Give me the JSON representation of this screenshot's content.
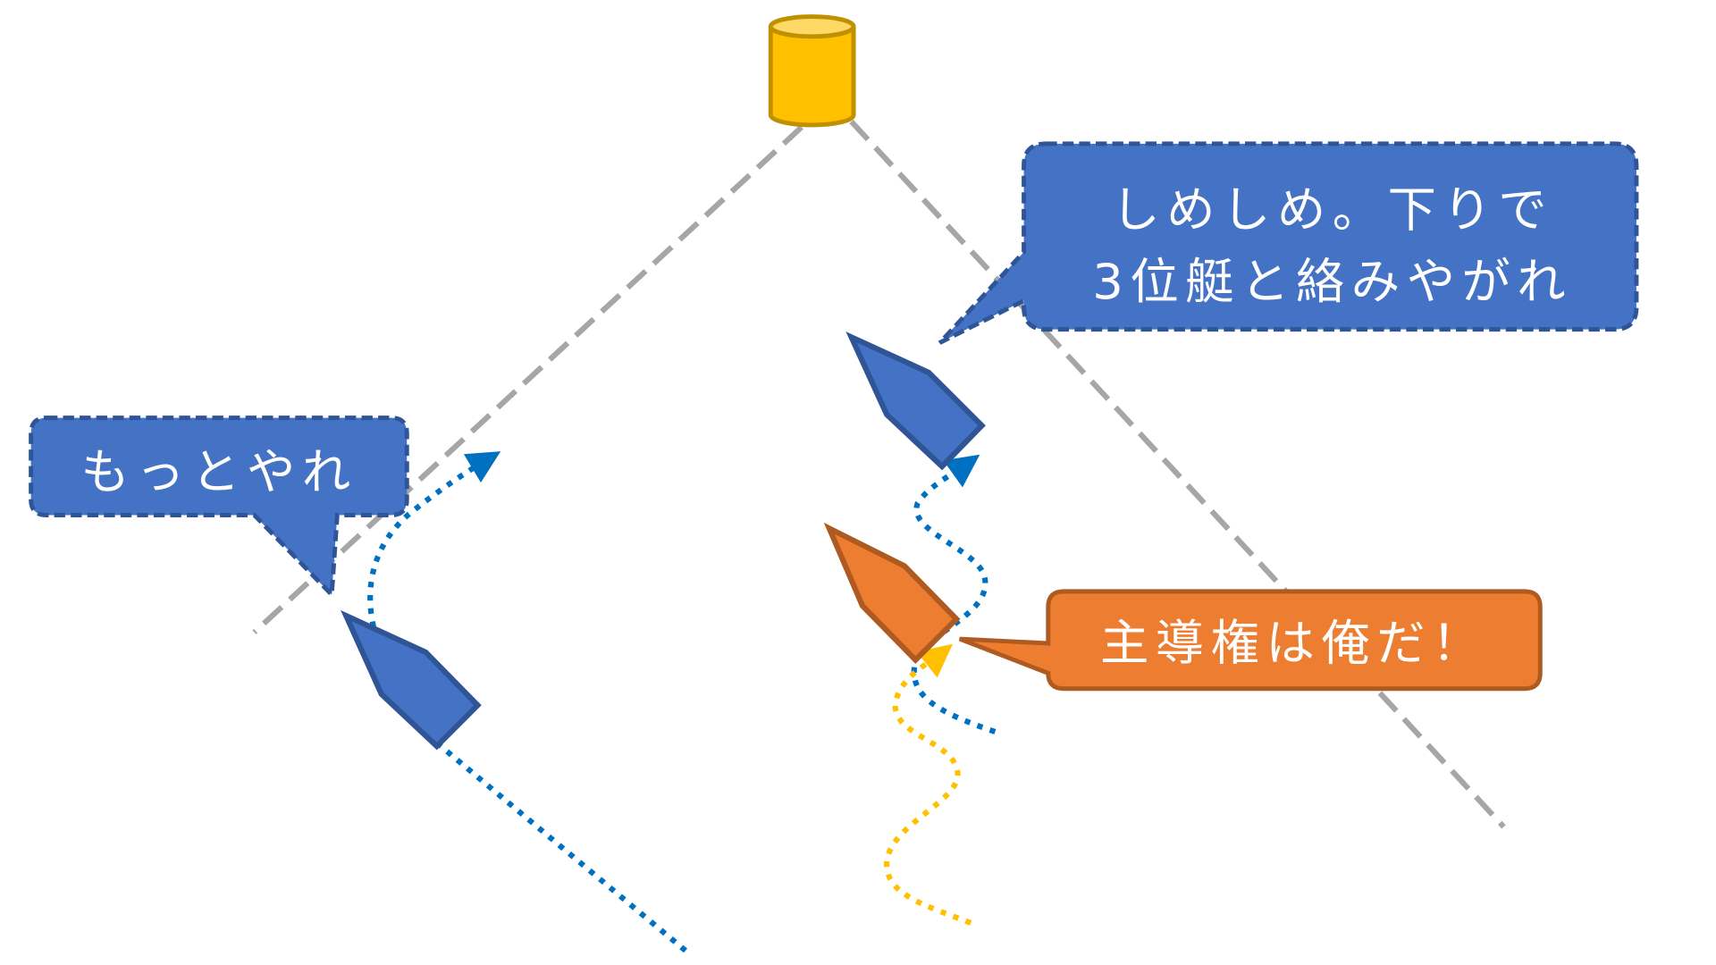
{
  "callouts": {
    "left": {
      "text": "もっとやれ"
    },
    "right": {
      "line1": "しめしめ。下りで",
      "line2": "3位艇と絡みやがれ"
    },
    "orange": {
      "text": "主導権は俺だ！"
    }
  },
  "colors": {
    "blue_fill": "#4472C4",
    "blue_stroke": "#2F5597",
    "orange_fill": "#ED7D31",
    "orange_stroke": "#AE5A21",
    "buoy_fill": "#FFC000",
    "buoy_stroke": "#BF9000",
    "layline": "#A6A6A6",
    "track_blue": "#0070C0",
    "track_yellow": "#FFC000"
  }
}
